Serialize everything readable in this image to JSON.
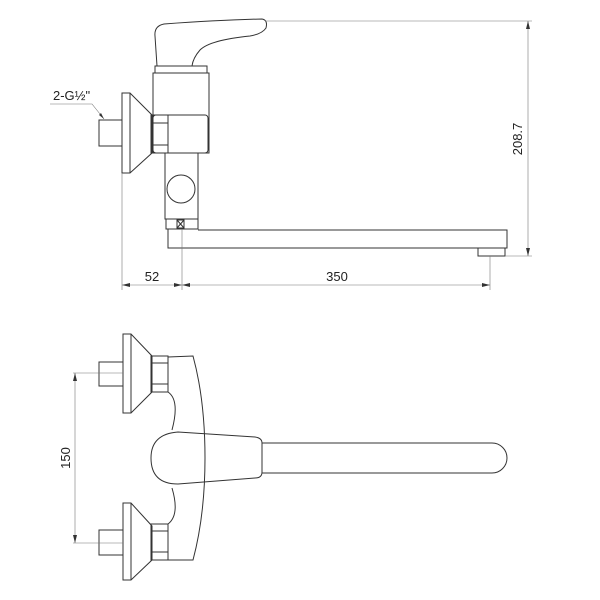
{
  "drawing": {
    "thread_label": "2-G½\"",
    "dimensions": {
      "wall_offset": "52",
      "spout_reach": "350",
      "height": "208.7",
      "inlet_spacing": "150"
    },
    "line_color": "#333333"
  }
}
